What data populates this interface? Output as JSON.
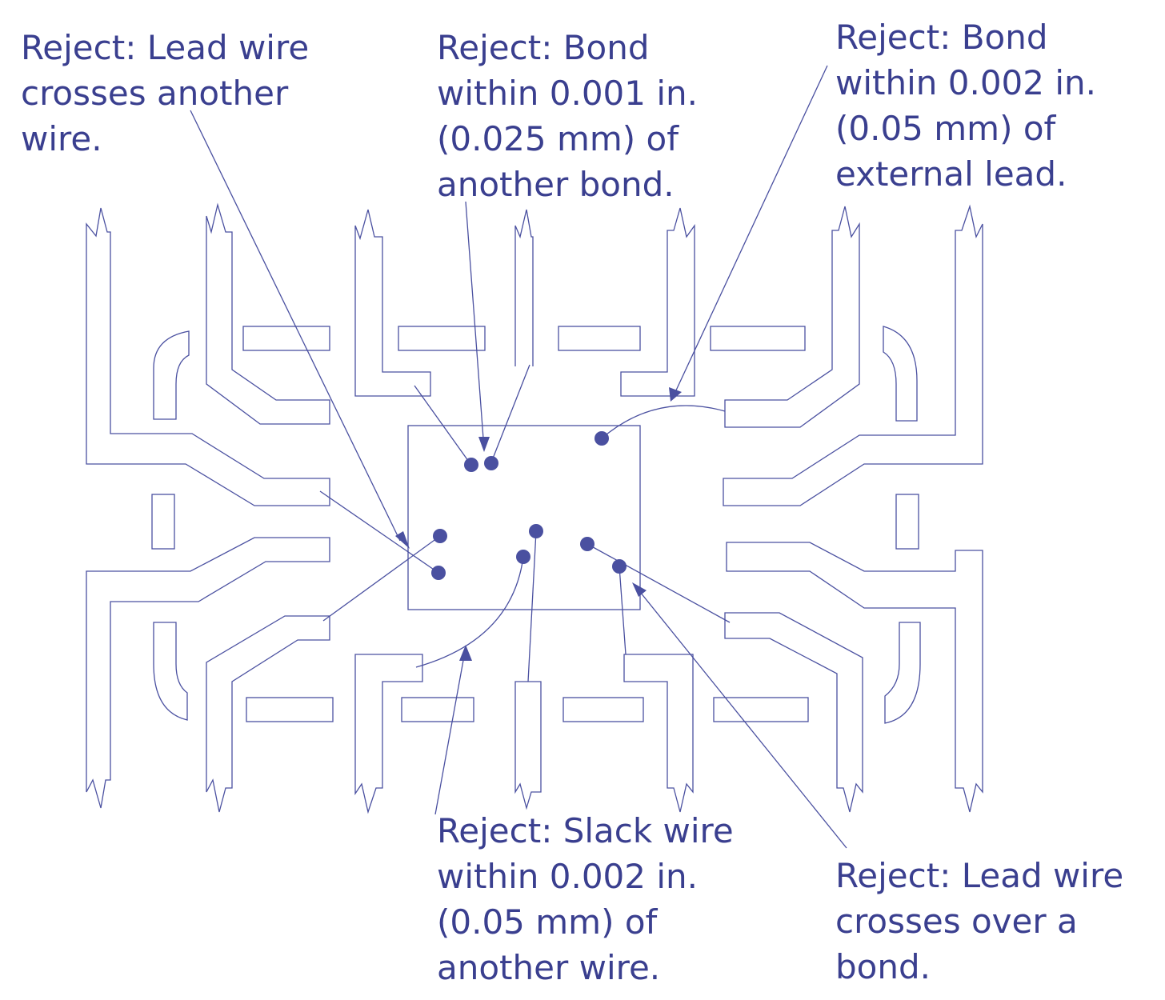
{
  "colors": {
    "ink": "#3a3f8f",
    "line": "#4a50a0",
    "background": "#ffffff"
  },
  "callouts": {
    "lead_cross_wire": {
      "lines": [
        "Reject: Lead wire",
        "crosses another",
        "wire."
      ]
    },
    "bond_near_bond": {
      "lines": [
        "Reject: Bond",
        "within 0.001 in.",
        "(0.025 mm) of",
        "another bond."
      ]
    },
    "bond_near_lead": {
      "lines": [
        "Reject: Bond",
        "within 0.002 in.",
        "(0.05 mm) of",
        "external lead."
      ]
    },
    "slack_wire": {
      "lines": [
        "Reject: Slack wire",
        "within 0.002 in.",
        "(0.05 mm) of",
        "another wire."
      ]
    },
    "wire_over_bond": {
      "lines": [
        "Reject: Lead wire",
        "crosses over a",
        "bond."
      ]
    }
  }
}
